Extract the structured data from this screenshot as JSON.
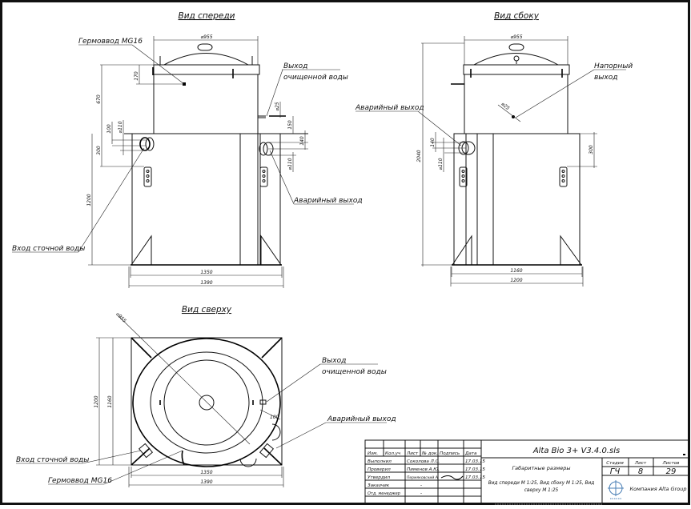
{
  "drawing": {
    "views": {
      "front": {
        "title": "Вид спереди",
        "labels": {
          "cable_gland": "Гермоввод MG16",
          "clean_outlet_1": "Выход",
          "clean_outlet_2": "очищенной воды",
          "emergency_outlet": "Аварийный выход",
          "waste_inlet": "Вход сточной воды"
        },
        "dims": {
          "lid_dia": "⌀955",
          "h_170": "170",
          "h_670": "670",
          "h_100": "100",
          "d_110_in": "⌀110",
          "h_300": "300",
          "h_1200": "1200",
          "d_25": "⌀25",
          "h_150": "150",
          "h_140": "140",
          "d_110_out": "⌀110",
          "w_1350": "1350",
          "w_1390": "1390"
        }
      },
      "side": {
        "title": "Вид сбоку",
        "labels": {
          "pressure_outlet_1": "Напорный",
          "pressure_outlet_2": "выход",
          "emergency_outlet": "Аварийный выход"
        },
        "dims": {
          "lid_dia": "⌀955",
          "d_25": "⌀25",
          "h_140": "140",
          "h_2040": "2040",
          "d_110": "⌀110",
          "h_300": "300",
          "w_1160": "1160",
          "w_1200": "1200"
        }
      },
      "top": {
        "title": "Вид сверху",
        "labels": {
          "clean_outlet_1": "Выход",
          "clean_outlet_2": "очищенной воды",
          "emergency_outlet": "Аварийный выход",
          "waste_inlet": "Вход сточной воды",
          "cable_gland": "Гермоввод MG16"
        },
        "dims": {
          "dia_955": "⌀955",
          "h_1200": "1200",
          "h_1160": "1160",
          "d_100": "100",
          "w_1350": "1350",
          "w_1390": "1390"
        }
      }
    },
    "title_block": {
      "header_row": [
        "Изм.",
        "Кол.уч",
        "Лист",
        "№ док.",
        "Подпись",
        "Дата"
      ],
      "rows": [
        {
          "role": "Выполнил",
          "name": "Соколова Л.С.",
          "sign": "",
          "date": "17.03.15"
        },
        {
          "role": "Проверил",
          "name": "Пименов А.Ю.",
          "sign": "",
          "date": "17.03.15"
        },
        {
          "role": "Утвердил",
          "name": "Пермяковский А.",
          "sign": "signed",
          "date": "17.03.15"
        },
        {
          "role": "Заказчик",
          "name": "-",
          "sign": "",
          "date": ""
        },
        {
          "role": "Отд. менеджер",
          "name": "-",
          "sign": "",
          "date": ""
        }
      ],
      "document_code": "Alta Bio 3+ V3.4.0.sls",
      "sheet_title": "Габаритные размеры",
      "sheet_subtitle": "Вид спереди М 1:25, Вид сбоку М 1:25, Вид сверху М 1:25",
      "sheet_subtitle_line1": "Вид спереди М 1:25, Вид сбоку М 1:25, Вид",
      "sheet_subtitle_line2": "сверху М 1:25",
      "stage_label": "Стадия",
      "stage_value": "ГЧ",
      "sheet_label": "Лист",
      "sheet_value": "8",
      "sheets_label": "Листов",
      "sheets_value": "29",
      "company": "Компания Alta Group",
      "logo_color": "#4a7fb5"
    }
  }
}
